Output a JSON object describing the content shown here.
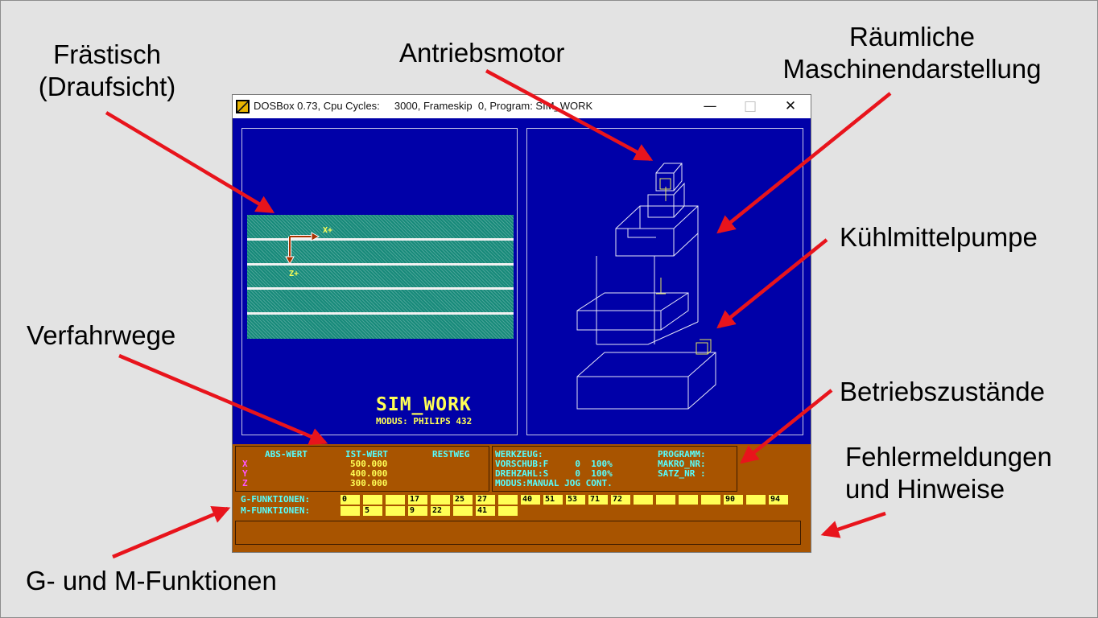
{
  "callouts": {
    "fraestisch": "Frästisch\n(Draufsicht)",
    "antriebsmotor": "Antriebsmotor",
    "raeumliche": "Räumliche\nMaschinendarstellung",
    "kuehlmittelpumpe": "Kühlmittelpumpe",
    "verfahrwege": "Verfahrwege",
    "betriebszustaende": "Betriebszustände",
    "fehlermeldungen": "Fehlermeldungen\nund Hinweise",
    "g_m_funktionen": "G- und M-Funktionen"
  },
  "window": {
    "title": "DOSBox 0.73, Cpu Cycles:     3000, Frameskip  0, Program: SIM_WORK",
    "minimize": "—",
    "maximize": "□",
    "close": "✕"
  },
  "top_view": {
    "x_label": "X+",
    "z_label": "Z+",
    "program_name": "SIM_WORK",
    "mode_label": "MODUS: PHILIPS 432"
  },
  "axes_panel": {
    "headers": [
      "ABS-WERT",
      "IST-WERT",
      "RESTWEG"
    ],
    "rows": [
      {
        "axis": "X",
        "value": "500.000"
      },
      {
        "axis": "Y",
        "value": "400.000"
      },
      {
        "axis": "Z",
        "value": "300.000"
      }
    ]
  },
  "state_panel": {
    "werkzeug": "WERKZEUG:",
    "vorschub": "VORSCHUB:F     0  100%",
    "drehzahl": "DREHZAHL:S     0  100%",
    "modus": "MODUS:MANUAL JOG CONT.",
    "programm": "PROGRAMM:",
    "makro": "MAKRO_NR:",
    "satz": "SATZ_NR :"
  },
  "functions": {
    "g_label": "G-FUNKTIONEN:",
    "m_label": "M-FUNKTIONEN:",
    "g_cells": [
      "0",
      "",
      "",
      "17",
      "",
      "25",
      "27",
      "",
      "40",
      "51",
      "53",
      "71",
      "72",
      "",
      "",
      "",
      "",
      "90",
      "",
      "94"
    ],
    "m_cells": [
      "",
      "5",
      "",
      "9",
      "22",
      "",
      "41",
      ""
    ]
  },
  "colors": {
    "dos_blue": "#0000a8",
    "dos_brown": "#a85400",
    "dos_yellow": "#ffff55",
    "dos_cyan": "#55ffff",
    "dos_magenta": "#ff55ff",
    "arrow_red": "#e8141c",
    "table_teal": "#178a7a"
  }
}
